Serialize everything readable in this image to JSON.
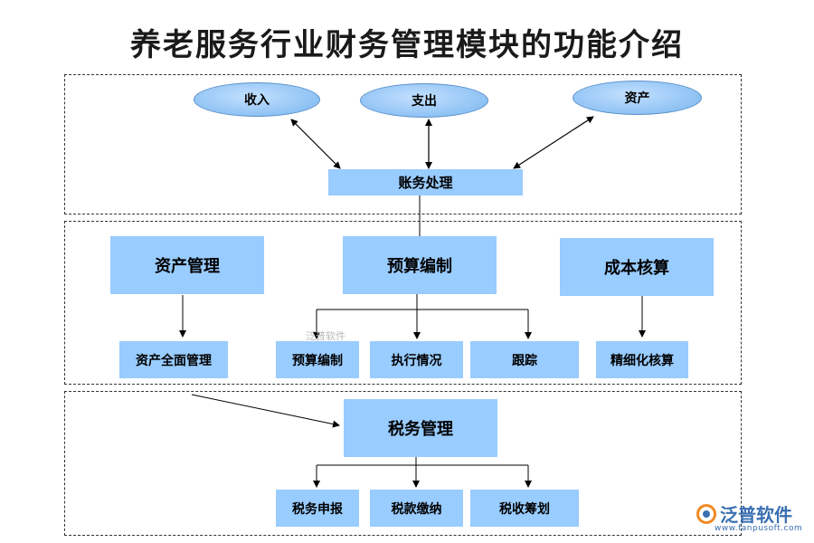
{
  "title": "养老服务行业财务管理模块的功能介绍",
  "top": {
    "ellipses": [
      "收入",
      "支出",
      "资产"
    ],
    "center": "账务处理"
  },
  "middle": {
    "asset_mgmt": "资产管理",
    "budget": "预算编制",
    "cost": "成本核算",
    "asset_full": "资产全面管理",
    "budget_sub": "预算编制",
    "execution": "执行情况",
    "tracking": "跟踪",
    "fine_cost": "精细化核算"
  },
  "bottom": {
    "tax_mgmt": "税务管理",
    "tax_declare": "税务申报",
    "tax_pay": "税款缴纳",
    "tax_plan": "税收筹划"
  },
  "watermark": {
    "small": "泛普软件",
    "logo_text": "泛普软件",
    "logo_url": "www.fanpusoft.com"
  },
  "colors": {
    "box_fill": "#99ccff",
    "ellipse_fill": "#8ec2f4",
    "logo_blue": "#3a6fb0",
    "logo_orange": "#f08a24"
  }
}
